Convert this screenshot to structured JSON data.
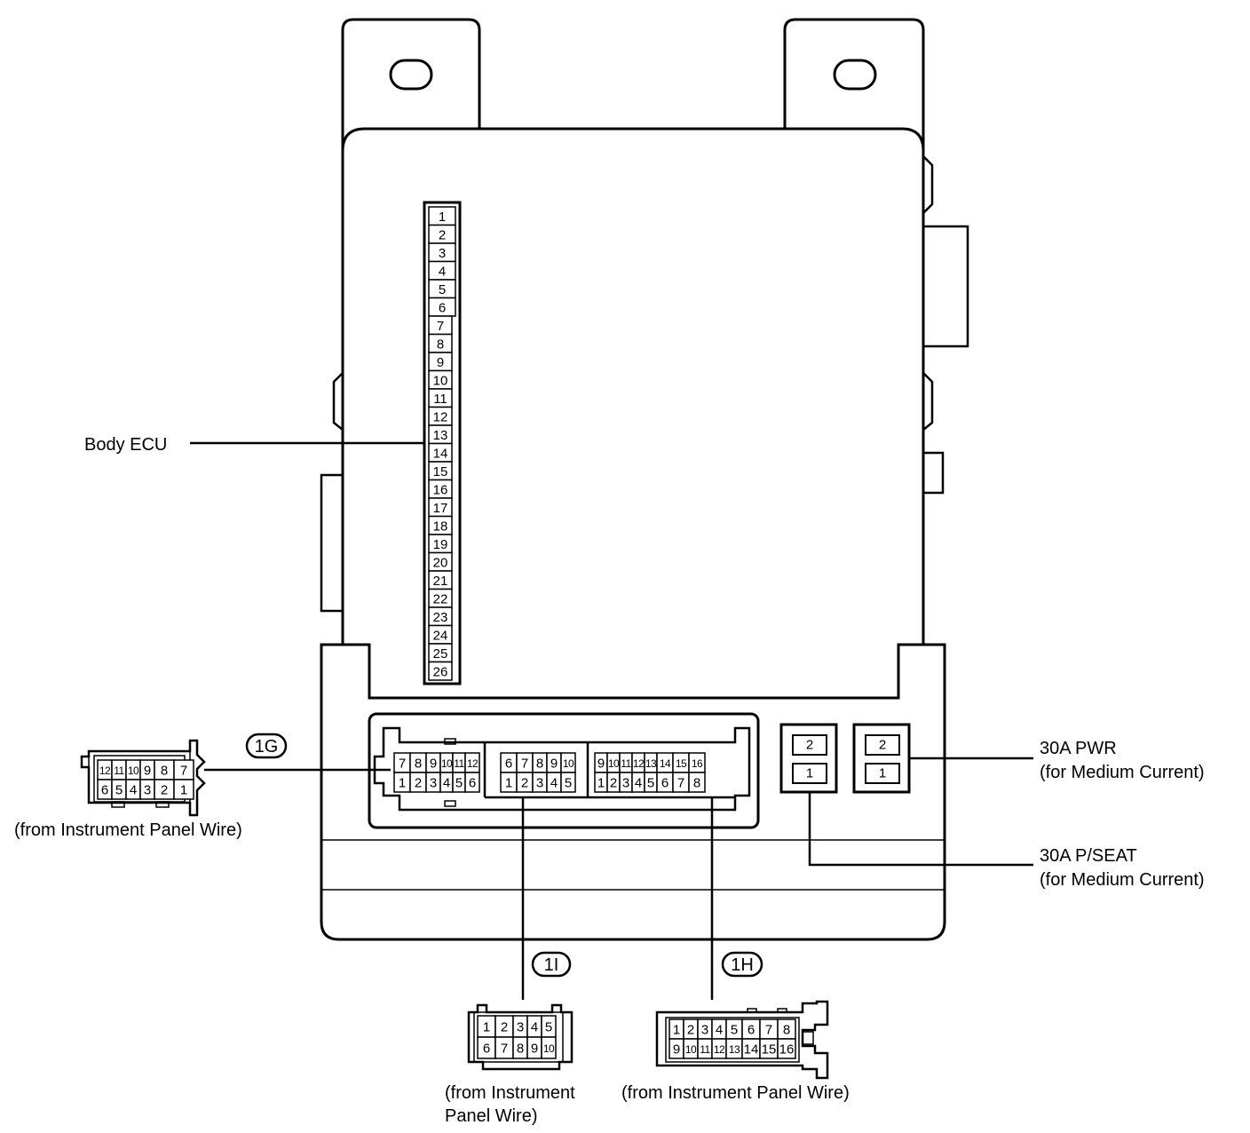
{
  "labels": {
    "body_ecu": "Body ECU",
    "pwr_name": "30A PWR",
    "pwr_sub": "(for Medium Current)",
    "pseat_name": "30A P/SEAT",
    "pseat_sub": "(for Medium Current)",
    "from_1g": "(from Instrument Panel Wire)",
    "from_1i_line1": "(from Instrument",
    "from_1i_line2": "Panel Wire)",
    "from_1h": "(from Instrument Panel Wire)"
  },
  "codes": {
    "g": "1G",
    "i": "1I",
    "h": "1H"
  },
  "ecu_terminals": [
    "1",
    "2",
    "3",
    "4",
    "5",
    "6",
    "7",
    "8",
    "9",
    "10",
    "11",
    "12",
    "13",
    "14",
    "15",
    "16",
    "17",
    "18",
    "19",
    "20",
    "21",
    "22",
    "23",
    "24",
    "25",
    "26"
  ],
  "fuse_pwr": {
    "top": "2",
    "bottom": "1"
  },
  "fuse_pseat": {
    "top": "2",
    "bottom": "1"
  },
  "socket_1g": {
    "top": [
      "7",
      "8",
      "9",
      "10",
      "11",
      "12"
    ],
    "bottom": [
      "1",
      "2",
      "3",
      "4",
      "5",
      "6"
    ]
  },
  "socket_1i": {
    "top": [
      "6",
      "7",
      "8",
      "9",
      "10"
    ],
    "bottom": [
      "1",
      "2",
      "3",
      "4",
      "5"
    ]
  },
  "socket_1h": {
    "top": [
      "9",
      "10",
      "11",
      "12",
      "13",
      "14",
      "15",
      "16"
    ],
    "bottom": [
      "1",
      "2",
      "3",
      "4",
      "5",
      "6",
      "7",
      "8"
    ]
  },
  "plug_1g": {
    "top": [
      "12",
      "11",
      "10",
      "9",
      "8",
      "7"
    ],
    "bottom": [
      "6",
      "5",
      "4",
      "3",
      "2",
      "1"
    ]
  },
  "plug_1i": {
    "top": [
      "1",
      "2",
      "3",
      "4",
      "5"
    ],
    "bottom": [
      "6",
      "7",
      "8",
      "9",
      "10"
    ]
  },
  "plug_1h": {
    "top": [
      "1",
      "2",
      "3",
      "4",
      "5",
      "6",
      "7",
      "8"
    ],
    "bottom": [
      "9",
      "10",
      "11",
      "12",
      "13",
      "14",
      "15",
      "16"
    ]
  }
}
